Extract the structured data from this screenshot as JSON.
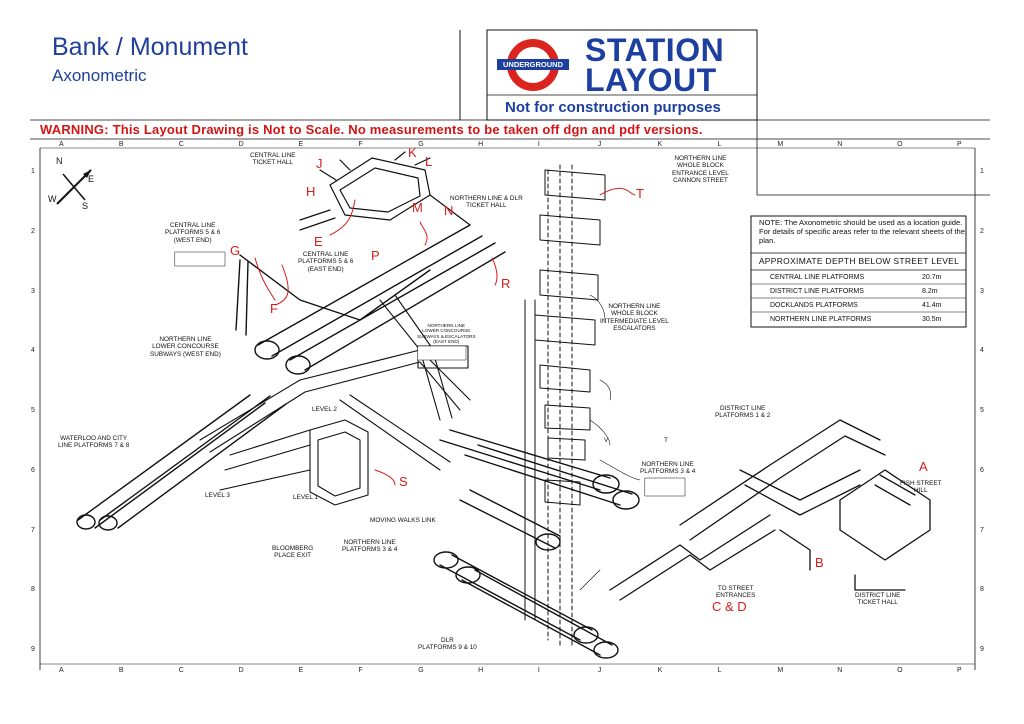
{
  "header": {
    "title": "Bank / Monument",
    "subtitle": "Axonometric",
    "logo_text": "UNDERGROUND",
    "station_line1": "STATION",
    "station_line2": "LAYOUT",
    "not_for_construction": "Not for construction purposes",
    "warning": "WARNING: This Layout Drawing is Not to Scale. No measurements to be taken off dgn and pdf versions."
  },
  "grid": {
    "columns": [
      "A",
      "B",
      "C",
      "D",
      "E",
      "F",
      "G",
      "H",
      "I",
      "J",
      "K",
      "L",
      "M",
      "N",
      "O",
      "P"
    ],
    "rows": [
      "1",
      "2",
      "3",
      "4",
      "5",
      "6",
      "7",
      "8",
      "9"
    ]
  },
  "compass": {
    "n": "N",
    "e": "E",
    "s": "S",
    "w": "W"
  },
  "note_box": {
    "note": "NOTE: The Axonometric should be used as a location guide. For details of specific areas refer to the relevant sheets of the plan.",
    "depth_title": "APPROXIMATE DEPTH BELOW STREET LEVEL",
    "rows": [
      {
        "name": "CENTRAL LINE PLATFORMS",
        "depth": "20.7m"
      },
      {
        "name": "DISTRICT LINE PLATFORMS",
        "depth": "8.2m"
      },
      {
        "name": "DOCKLANDS PLATFORMS",
        "depth": "41.4m"
      },
      {
        "name": "NORTHERN LINE PLATFORMS",
        "depth": "30.5m"
      }
    ]
  },
  "labels": {
    "central_ticket_hall": "CENTRAL LINE\nTICKET HALL",
    "northern_dlr_ticket": "NORTHERN LINE & DLR\nTICKET HALL",
    "northern_whole_block_entrance": "NORTHERN LINE\nWHOLE BLOCK\nENTRANCE LEVEL\nCANNON STREET",
    "central_west": "CENTRAL LINE\nPLATFORMS 5 & 6\n(WEST END)",
    "central_east": "CENTRAL LINE\nPLATFORMS 5 & 6\n(EAST END)",
    "northern_intermediate": "NORTHERN LINE\nWHOLE BLOCK\nINTERMEDIATE LEVEL\nESCALATORS",
    "northern_lower_subways_west": "NORTHERN LINE\nLOWER CONCOURSE\nSUBWAYS (WEST END)",
    "northern_lower_subways_east": "NORTHERN LINE\nLOWER CONCOURSE\nSUBWAYS & ESCALATORS\n(EAST END)",
    "level2": "LEVEL 2",
    "waterloo_city": "WATERLOO AND CITY\nLINE PLATFORMS 7 & 8",
    "level3": "LEVEL 3",
    "level1": "LEVEL 1",
    "moving_walks": "MOVING WALKS LINK",
    "bloomberg": "BLOOMBERG\nPLACE EXIT",
    "northern_platforms_34_bottom": "NORTHERN LINE\nPLATFORMS 3 & 4",
    "northern_platforms_34_right": "NORTHERN LINE\nPLATFORMS 3 & 4",
    "district_platforms": "DISTRICT LINE\nPLATFORMS 1 & 2",
    "fish_street": "FISH STREET\nHILL",
    "to_street": "TO STREET\nENTRANCES",
    "district_ticket": "DISTRICT LINE\nTICKET HALL",
    "dlr_platforms": "DLR\nPLATFORMS 9 & 10",
    "v_mark": "V",
    "t_mark": "T"
  },
  "markers": {
    "J": "J",
    "K": "K",
    "L": "L",
    "H": "H",
    "M": "M",
    "N": "N",
    "E": "E",
    "P": "P",
    "G": "G",
    "F": "F",
    "R": "R",
    "T": "T",
    "S": "S",
    "A": "A",
    "B": "B",
    "CD": "C & D"
  },
  "colors": {
    "blue": "#1c3fa0",
    "red": "#d51d1d",
    "roundel_red": "#dc241f"
  }
}
